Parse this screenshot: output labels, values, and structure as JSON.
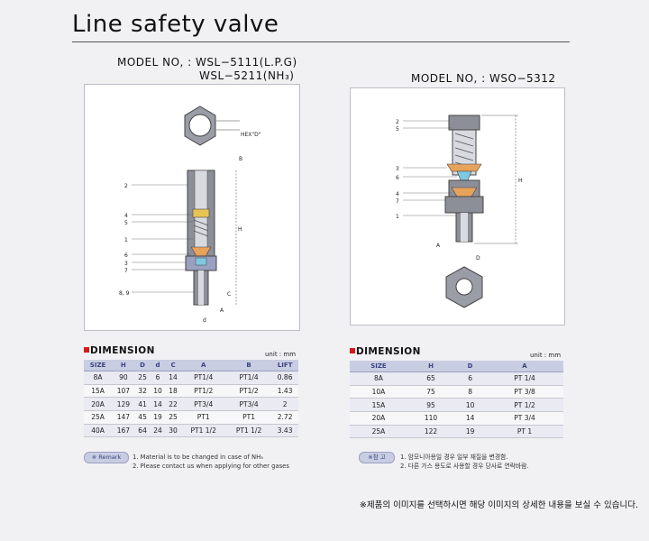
{
  "title": "Line safety valve",
  "left": {
    "model_line1": "MODEL NO, : WSL−5111(L.P.G)",
    "model_line2": "WSL−5211(NH₃)",
    "drawing": {
      "hex_label": "HEX\"D\"",
      "callouts": [
        "2",
        "4",
        "5",
        "1",
        "6",
        "3",
        "7",
        "8, 9"
      ],
      "dim_letters": [
        "B",
        "H",
        "C",
        "A",
        "d"
      ]
    },
    "dimension_title": "DIMENSION",
    "unit": "unit : mm",
    "columns": [
      "SIZE",
      "H",
      "D",
      "d",
      "C",
      "A",
      "B",
      "LIFT"
    ],
    "rows": [
      [
        "8A",
        "90",
        "25",
        "6",
        "14",
        "PT1/4",
        "PT1/4",
        "0.86"
      ],
      [
        "15A",
        "107",
        "32",
        "10",
        "18",
        "PT1/2",
        "PT1/2",
        "1.43"
      ],
      [
        "20A",
        "129",
        "41",
        "14",
        "22",
        "PT3/4",
        "PT3/4",
        "2"
      ],
      [
        "25A",
        "147",
        "45",
        "19",
        "25",
        "PT1",
        "PT1",
        "2.72"
      ],
      [
        "40A",
        "167",
        "64",
        "24",
        "30",
        "PT1 1/2",
        "PT1 1/2",
        "3.43"
      ]
    ],
    "remark_label": "※ Remark",
    "remarks": [
      "1. Material is to be changed in case of NH₃",
      "2. Please contact us when applying for other gases"
    ]
  },
  "right": {
    "model_line1": "MODEL NO, : WSO−5312",
    "drawing": {
      "callouts": [
        "2",
        "5",
        "3",
        "6",
        "4",
        "7",
        "1"
      ],
      "dim_letters": [
        "H",
        "A",
        "D"
      ]
    },
    "dimension_title": "DIMENSION",
    "unit": "unit : mm",
    "columns": [
      "SIZE",
      "H",
      "D",
      "A"
    ],
    "rows": [
      [
        "8A",
        "65",
        "6",
        "PT 1/4"
      ],
      [
        "10A",
        "75",
        "8",
        "PT 3/8"
      ],
      [
        "15A",
        "95",
        "10",
        "PT 1/2"
      ],
      [
        "20A",
        "110",
        "14",
        "PT 3/4"
      ],
      [
        "25A",
        "122",
        "19",
        "PT 1"
      ]
    ],
    "remark_label": "※참 고",
    "remarks": [
      "1. 암모니아용일 경우 일부 재질을 변경함.",
      "2. 다른 가스 용도로 사용할 경우 당사로 연락바람."
    ]
  },
  "footer_note": "※제품의 이미지를 선택하시면 해당 이미지의 상세한 내용을 보실 수 있습니다.",
  "colors": {
    "accent_red": "#d31b1b",
    "table_header_bg": "#c9cde2",
    "table_header_text": "#3a4380",
    "valve_steel": "#8d8f98",
    "valve_orange": "#e7a25c",
    "valve_blue": "#7fc8df",
    "valve_yellow": "#e6c454"
  }
}
